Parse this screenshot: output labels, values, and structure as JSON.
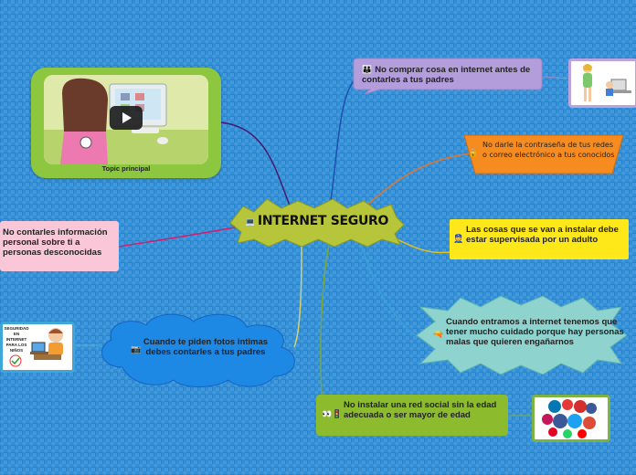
{
  "central": {
    "icon": "computer-icon",
    "label": "INTERNET SEGURO"
  },
  "video": {
    "caption": "Topic principal",
    "icon": "play-icon"
  },
  "nodes": {
    "purple": {
      "icon": "people-icon",
      "text": "No comprar cosa en internet antes de contarles a tus padres"
    },
    "orange": {
      "icon": "lock-icon",
      "text": "No darle la contraseña de tus redes o correo electrónico a tus conocidos"
    },
    "yellow": {
      "icon": "police-icon",
      "text": "Las cosas que se van a instalar debe estar supervisada por un adulto"
    },
    "pink": {
      "text": "No contarles información personal sobre ti a personas desconocidas"
    },
    "teal": {
      "icon": "gun-icon",
      "text": "Cuando entramos a internet tenemos que tener mucho cuidado porque hay personas malas que quieren engañarnos"
    },
    "cloud": {
      "icon": "camera-icon",
      "text": "Cuando te piden fotos intimas debes contarles a tus padres"
    },
    "green": {
      "icon": "eyes-traffic-icon",
      "text": "No instalar una red social sin la edad adecuada o ser mayor de edad"
    }
  },
  "images": {
    "kid": {
      "text": "SEGURIDAD EN INTERNET PARA LOS NIÑOS"
    }
  },
  "colors": {
    "background": "#2f8fd8",
    "central": "#b7c53a",
    "purple": "#b39ddb",
    "orange": "#f68b1f",
    "yellow": "#ffe81a",
    "pink": "#f9c7d7",
    "teal": "#8fd3cf",
    "cloud": "#1e88e5",
    "green": "#8cbb2e"
  }
}
